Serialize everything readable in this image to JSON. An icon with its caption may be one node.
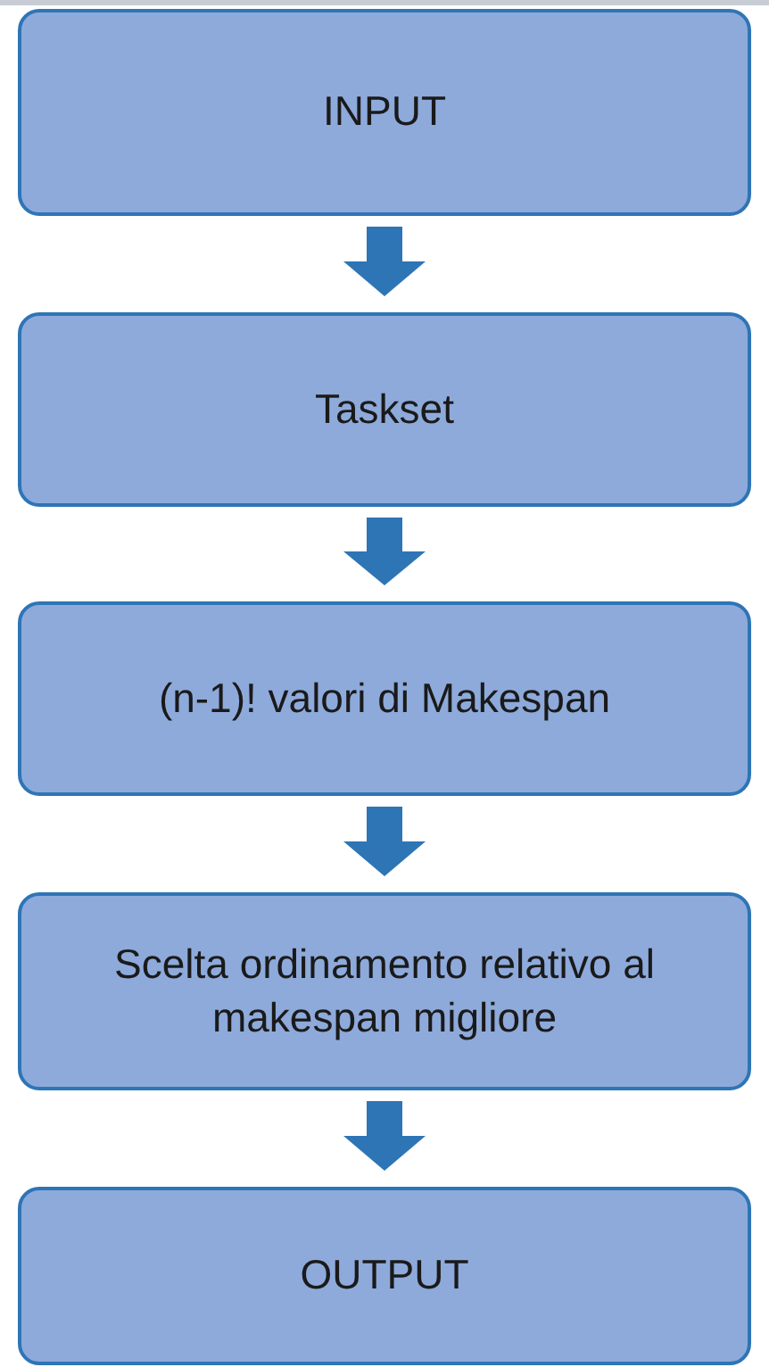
{
  "diagram": {
    "nodes": [
      {
        "text": [
          "INPUT"
        ]
      },
      {
        "text": [
          "Taskset"
        ]
      },
      {
        "text": [
          "(n-1)! valori di Makespan"
        ]
      },
      {
        "text": [
          "Scelta ordinamento relativo al makespan migliore"
        ]
      },
      {
        "text": [
          "OUTPUT"
        ]
      }
    ],
    "edges": [
      {
        "from": 0,
        "to": 1,
        "arrow": "to"
      },
      {
        "from": 1,
        "to": 2,
        "arrow": "to"
      },
      {
        "from": 2,
        "to": 3,
        "arrow": "to"
      },
      {
        "from": 3,
        "to": 4,
        "arrow": "to"
      }
    ]
  }
}
